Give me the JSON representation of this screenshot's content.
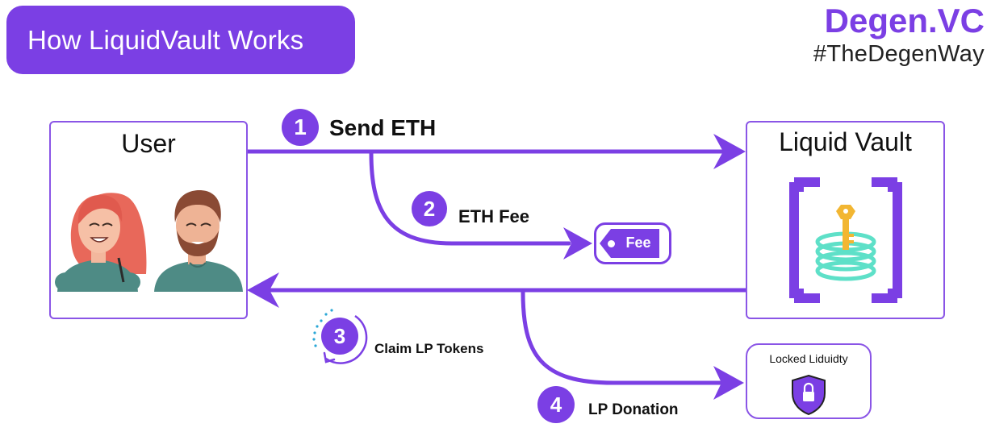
{
  "title": "How LiquidVault Works",
  "brand": {
    "name": "Degen.VC",
    "tagline": "#TheDegenWay"
  },
  "nodes": {
    "user": "User",
    "vault": "Liquid Vault",
    "fee_tag": "Fee",
    "locked": "Locked Liduidty"
  },
  "steps": [
    {
      "number": "1",
      "label": "Send ETH"
    },
    {
      "number": "2",
      "label": "ETH Fee"
    },
    {
      "number": "3",
      "label": "Claim LP Tokens"
    },
    {
      "number": "4",
      "label": "LP Donation"
    }
  ],
  "colors": {
    "accent": "#7b3fe4",
    "border": "#8a55e6",
    "ring": "#5ee0c8",
    "key": "#f2b632"
  }
}
